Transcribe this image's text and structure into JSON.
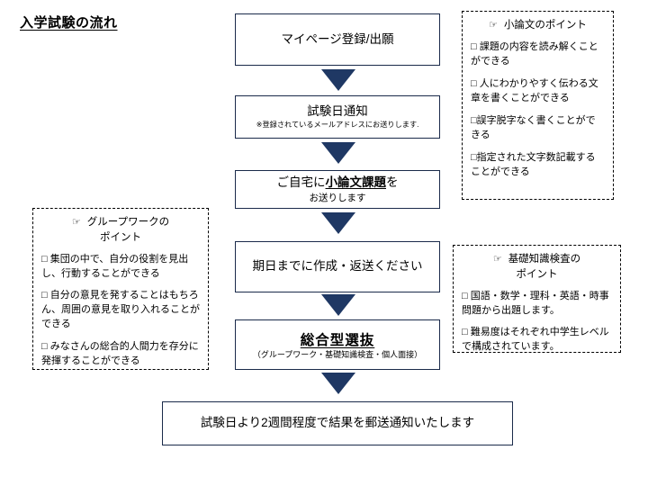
{
  "page": {
    "title": "入学試験の流れ"
  },
  "flow": {
    "steps": [
      {
        "id": "step-mypage",
        "main": "マイページ登録/出願",
        "sub": ""
      },
      {
        "id": "step-exam-date-notice",
        "main": "試験日通知",
        "sub": "※登録されているメールアドレスにお送りします."
      },
      {
        "id": "step-essay-task",
        "main_prefix": "ご自宅に",
        "main_emphasis": "小論文課題",
        "main_suffix": "を",
        "sub": "お送りします"
      },
      {
        "id": "step-submit-by-deadline",
        "main": "期日までに作成・返送ください",
        "sub": ""
      },
      {
        "id": "step-comprehensive-selection",
        "main": "総合型選抜",
        "sub": "（グループワーク・基礎知識検査・個人面接）"
      },
      {
        "id": "step-result-notice",
        "main": "試験日より2週間程度で結果を郵送通知いたします",
        "sub": ""
      }
    ],
    "arrow_icon_name": "down-arrow-icon",
    "arrow_color": "#1F3864",
    "box_border_color": "#1a2a4a"
  },
  "notes": {
    "essay": {
      "icon": "pointing-hand-icon",
      "icon_glyph": "☞",
      "heading": "小論文のポイント",
      "items": [
        "□ 課題の内容を読み解くことができる",
        "□ 人にわかりやすく伝わる文章を書くことができる",
        "□誤字脱字なく書くことができる",
        "□指定された文字数記載することができる"
      ]
    },
    "groupwork": {
      "icon": "pointing-hand-icon",
      "icon_glyph": "☞",
      "heading_line1": "グループワークの",
      "heading_line2": "ポイント",
      "items": [
        "□ 集団の中で、自分の役割を見出し、行動することができる",
        "□ 自分の意見を発することはもちろん、周囲の意見を取り入れることができる",
        "□ みなさんの総合的人間力を存分に発揮することができる"
      ]
    },
    "basic_knowledge": {
      "icon": "pointing-hand-icon",
      "icon_glyph": "☞",
      "heading_line1": "基礎知識検査の",
      "heading_line2": "ポイント",
      "items": [
        "□ 国語・数学・理科・英語・時事問題から出題します。",
        "□ 難易度はそれぞれ中学生レベルで構成されています。"
      ]
    }
  }
}
